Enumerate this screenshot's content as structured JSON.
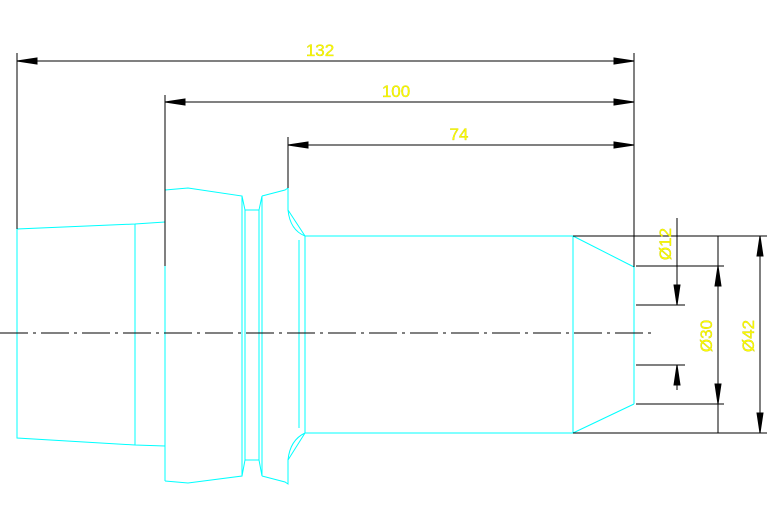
{
  "drawing": {
    "colors": {
      "background": "#ffffff",
      "outline": "#00ffff",
      "dimension_line": "#000000",
      "dimension_text": "#ffff00",
      "centerline": "#000000"
    },
    "dimensions": {
      "overall_length": "132",
      "length_100": "100",
      "length_74": "74",
      "dia_12": "Ø12",
      "dia_30": "Ø30",
      "dia_42": "Ø42"
    }
  }
}
